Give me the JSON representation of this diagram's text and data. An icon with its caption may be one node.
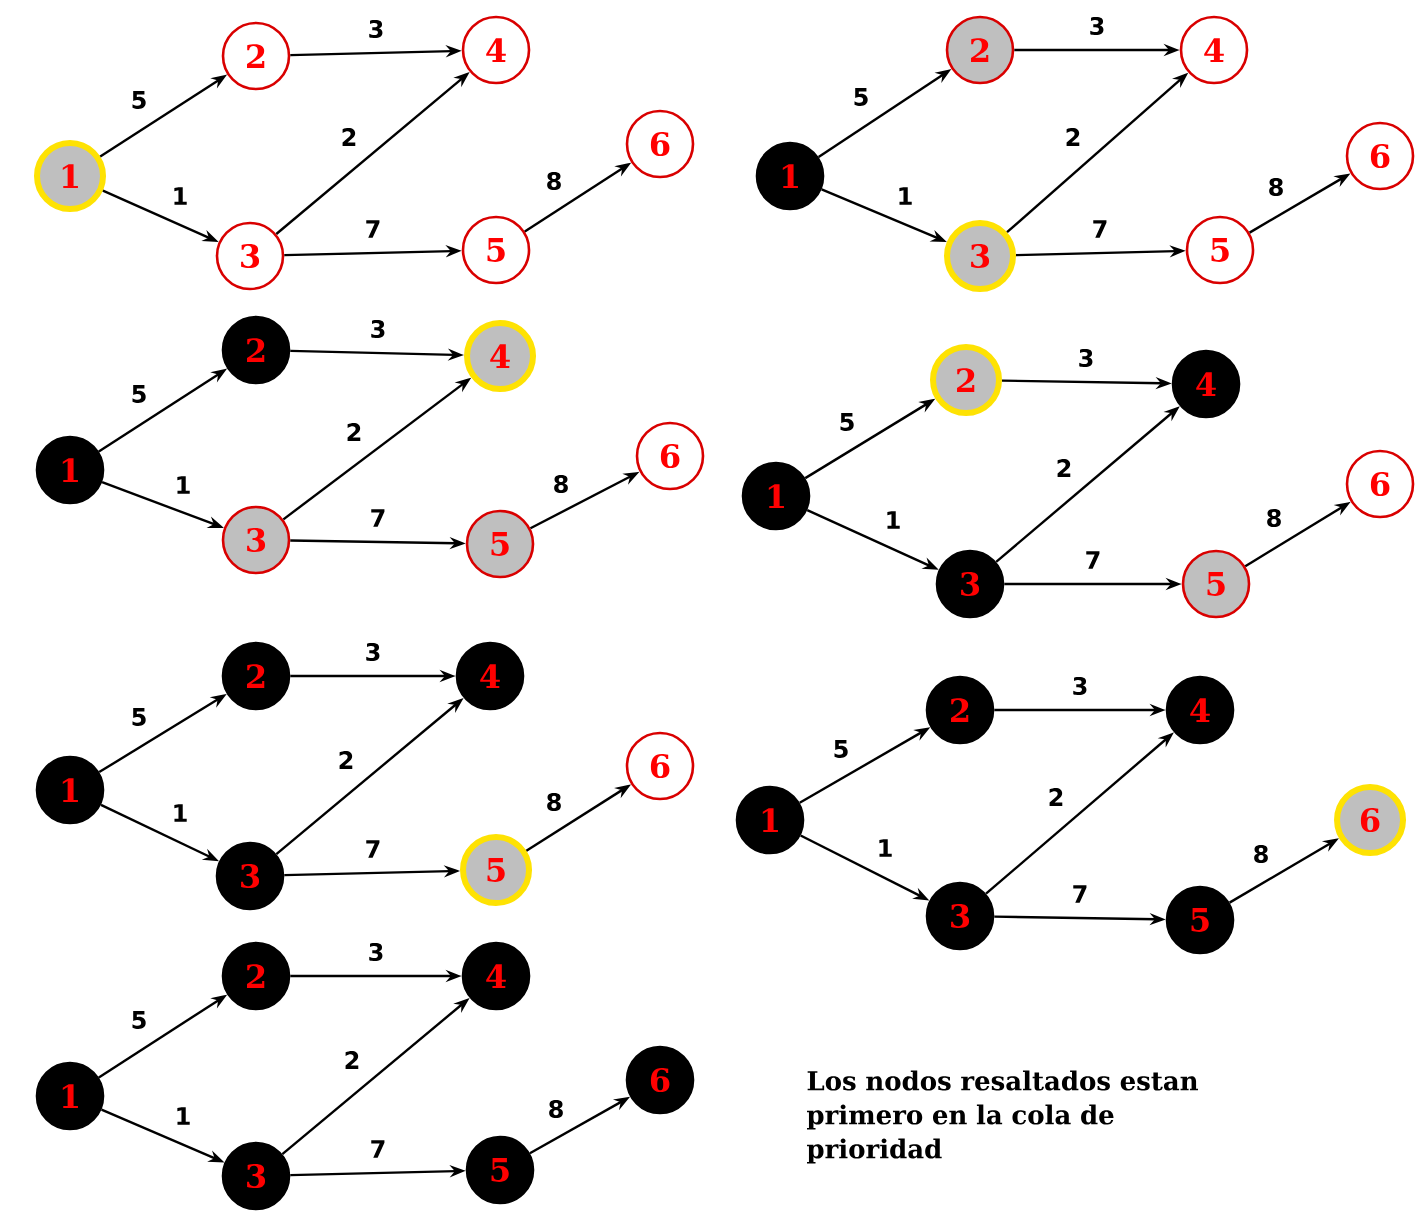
{
  "diagram": {
    "nodes": [
      {
        "text": [
          "1"
        ]
      },
      {
        "text": [
          "2"
        ]
      },
      {
        "text": [
          "3"
        ]
      },
      {
        "text": [
          "4"
        ]
      },
      {
        "text": [
          "5"
        ]
      },
      {
        "text": [
          "6"
        ]
      },
      {
        "text": [
          "1"
        ]
      },
      {
        "text": [
          "2"
        ]
      },
      {
        "text": [
          "3"
        ]
      },
      {
        "text": [
          "4"
        ]
      },
      {
        "text": [
          "5"
        ]
      },
      {
        "text": [
          "6"
        ]
      },
      {
        "text": [
          "1"
        ]
      },
      {
        "text": [
          "2"
        ]
      },
      {
        "text": [
          "3"
        ]
      },
      {
        "text": [
          "4"
        ]
      },
      {
        "text": [
          "5"
        ]
      },
      {
        "text": [
          "6"
        ]
      },
      {
        "text": [
          "1"
        ]
      },
      {
        "text": [
          "2"
        ]
      },
      {
        "text": [
          "3"
        ]
      },
      {
        "text": [
          "4"
        ]
      },
      {
        "text": [
          "5"
        ]
      },
      {
        "text": [
          "6"
        ]
      },
      {
        "text": [
          "1"
        ]
      },
      {
        "text": [
          "2"
        ]
      },
      {
        "text": [
          "3"
        ]
      },
      {
        "text": [
          "4"
        ]
      },
      {
        "text": [
          "5"
        ]
      },
      {
        "text": [
          "6"
        ]
      },
      {
        "text": [
          "1"
        ]
      },
      {
        "text": [
          "2"
        ]
      },
      {
        "text": [
          "3"
        ]
      },
      {
        "text": [
          "4"
        ]
      },
      {
        "text": [
          "5"
        ]
      },
      {
        "text": [
          "6"
        ]
      },
      {
        "text": [
          "1"
        ]
      },
      {
        "text": [
          "2"
        ]
      },
      {
        "text": [
          "3"
        ]
      },
      {
        "text": [
          "4"
        ]
      },
      {
        "text": [
          "5"
        ]
      },
      {
        "text": [
          "6"
        ]
      }
    ],
    "edges": [
      {
        "from": 0,
        "to": 1,
        "arrow": "to",
        "label": "5"
      },
      {
        "from": 0,
        "to": 2,
        "arrow": "to",
        "label": "1"
      },
      {
        "from": 1,
        "to": 3,
        "arrow": "to",
        "label": "3"
      },
      {
        "from": 2,
        "to": 3,
        "arrow": "to",
        "label": "2"
      },
      {
        "from": 2,
        "to": 4,
        "arrow": "to",
        "label": "7"
      },
      {
        "from": 4,
        "to": 5,
        "arrow": "to",
        "label": "8"
      },
      {
        "from": 6,
        "to": 7,
        "arrow": "to",
        "label": "5"
      },
      {
        "from": 6,
        "to": 8,
        "arrow": "to",
        "label": "1"
      },
      {
        "from": 7,
        "to": 9,
        "arrow": "to",
        "label": "3"
      },
      {
        "from": 8,
        "to": 9,
        "arrow": "to",
        "label": "2"
      },
      {
        "from": 8,
        "to": 10,
        "arrow": "to",
        "label": "7"
      },
      {
        "from": 10,
        "to": 11,
        "arrow": "to",
        "label": "8"
      },
      {
        "from": 12,
        "to": 13,
        "arrow": "to",
        "label": "5"
      },
      {
        "from": 12,
        "to": 14,
        "arrow": "to",
        "label": "1"
      },
      {
        "from": 13,
        "to": 15,
        "arrow": "to",
        "label": "3"
      },
      {
        "from": 14,
        "to": 15,
        "arrow": "to",
        "label": "2"
      },
      {
        "from": 14,
        "to": 16,
        "arrow": "to",
        "label": "7"
      },
      {
        "from": 16,
        "to": 17,
        "arrow": "to",
        "label": "8"
      },
      {
        "from": 18,
        "to": 19,
        "arrow": "to",
        "label": "5"
      },
      {
        "from": 18,
        "to": 20,
        "arrow": "to",
        "label": "1"
      },
      {
        "from": 19,
        "to": 21,
        "arrow": "to",
        "label": "3"
      },
      {
        "from": 20,
        "to": 21,
        "arrow": "to",
        "label": "2"
      },
      {
        "from": 20,
        "to": 22,
        "arrow": "to",
        "label": "7"
      },
      {
        "from": 22,
        "to": 23,
        "arrow": "to",
        "label": "8"
      },
      {
        "from": 24,
        "to": 25,
        "arrow": "to",
        "label": "5"
      },
      {
        "from": 24,
        "to": 26,
        "arrow": "to",
        "label": "1"
      },
      {
        "from": 25,
        "to": 27,
        "arrow": "to",
        "label": "3"
      },
      {
        "from": 26,
        "to": 27,
        "arrow": "to",
        "label": "2"
      },
      {
        "from": 26,
        "to": 28,
        "arrow": "to",
        "label": "7"
      },
      {
        "from": 28,
        "to": 29,
        "arrow": "to",
        "label": "8"
      },
      {
        "from": 30,
        "to": 31,
        "arrow": "to",
        "label": "5"
      },
      {
        "from": 30,
        "to": 32,
        "arrow": "to",
        "label": "1"
      },
      {
        "from": 31,
        "to": 33,
        "arrow": "to",
        "label": "3"
      },
      {
        "from": 32,
        "to": 33,
        "arrow": "to",
        "label": "2"
      },
      {
        "from": 32,
        "to": 34,
        "arrow": "to",
        "label": "7"
      },
      {
        "from": 34,
        "to": 35,
        "arrow": "to",
        "label": "8"
      },
      {
        "from": 36,
        "to": 37,
        "arrow": "to",
        "label": "5"
      },
      {
        "from": 36,
        "to": 38,
        "arrow": "to",
        "label": "1"
      },
      {
        "from": 37,
        "to": 39,
        "arrow": "to",
        "label": "3"
      },
      {
        "from": 38,
        "to": 39,
        "arrow": "to",
        "label": "2"
      },
      {
        "from": 38,
        "to": 40,
        "arrow": "to",
        "label": "7"
      },
      {
        "from": 40,
        "to": 41,
        "arrow": "to",
        "label": "8"
      }
    ],
    "labels": [
      "Los nodos resaltados estan primero en la cola de prioridad"
    ]
  }
}
